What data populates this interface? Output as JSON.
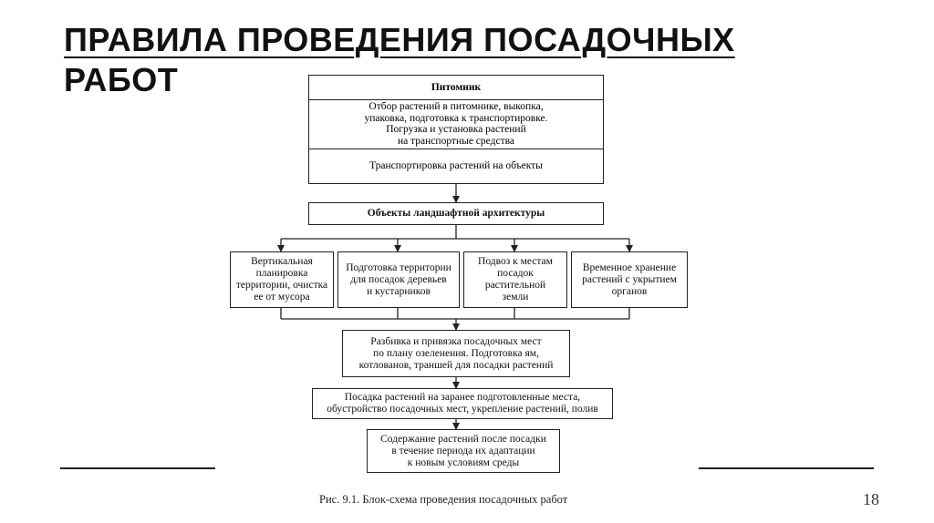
{
  "title": {
    "line1": "ПРАВИЛА ПРОВЕДЕНИЯ ПОСАДОЧНЫХ",
    "line2": "РАБОТ"
  },
  "diagram": {
    "nursery": {
      "header": "Питомник",
      "tasks": [
        "Отбор растений в питомнике,   выкопка,",
        "упаковка,   подготовка к транспортировке.",
        "Погрузка и установка растений",
        "на транспортные средства"
      ],
      "transport": "Транспортировка растений на объекты"
    },
    "objects": "Объекты ландшафтной архитектуры",
    "branches": [
      [
        "Вертикальная",
        "планировка",
        "территории, очистка",
        "ее от мусора"
      ],
      [
        "Подготовка территории",
        "для посадок деревьев",
        "и кустарников"
      ],
      [
        "Подвоз к местам",
        "посадок",
        "растительной",
        "земли"
      ],
      [
        "Временное хранение",
        "растений с укрытием",
        "органов"
      ]
    ],
    "marking": [
      "Разбивка и привязка посадочных мест",
      "по плану озеленения.  Подготовка ям,",
      "котлованов, траншей для посадки растений"
    ],
    "planting": [
      "Посадка растений на заранее подготовленные места,",
      "обустройство посадочных мест,  укрепление растений,  полив"
    ],
    "care": [
      "Содержание растений после посадки",
      "в течение периода их адаптации",
      "к новым условиям среды"
    ]
  },
  "caption": "Рис. 9.1. Блок-схема проведения посадочных работ",
  "page_number": "18"
}
